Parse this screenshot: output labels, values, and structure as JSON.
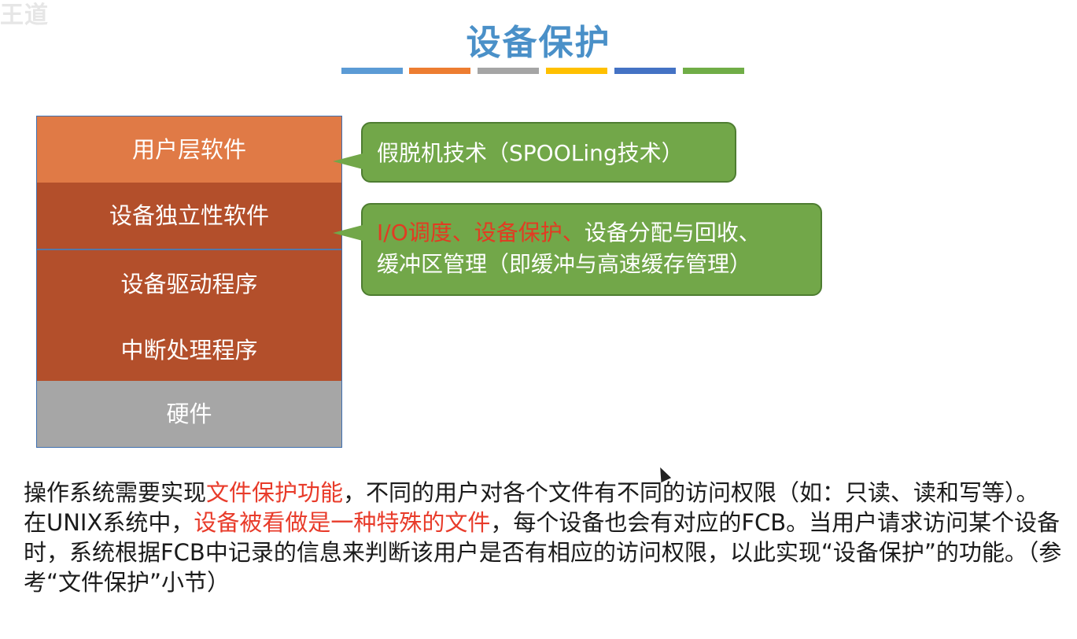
{
  "logo": "王道",
  "title": "设备保护",
  "title_bar_colors": [
    "#5b9bd5",
    "#ed7d31",
    "#a5a5a5",
    "#ffc000",
    "#4472c4",
    "#70ad47"
  ],
  "layers": {
    "user": "用户层软件",
    "independent": "设备独立性软件",
    "driver": "设备驱动程序",
    "interrupt": "中断处理程序",
    "hardware": "硬件"
  },
  "callouts": {
    "spooling": "假脱机技术（SPOOLing技术）",
    "independent": {
      "io_sched": "I/O调度",
      "sep1": "、",
      "protect": "设备保护",
      "sep2": "、",
      "rest_line1": "设备分配与回收、",
      "line2": "缓冲区管理（即缓冲与高速缓存管理）"
    }
  },
  "paragraph1": {
    "before": "操作系统需要实现",
    "highlight": "文件保护功能",
    "after": "，不同的用户对各个文件有不同的访问权限（如：只读、读和写等）。"
  },
  "paragraph2": {
    "before": "在UNIX系统中，",
    "highlight": "设备被看做是一种特殊的文件",
    "after": "，每个设备也会有对应的FCB。当用户请求访问某个设备时，系统根据FCB中记录的信息来判断该用户是否有相应的访问权限，以此实现“设备保护”的功能。（参考“文件保护”小节）"
  }
}
